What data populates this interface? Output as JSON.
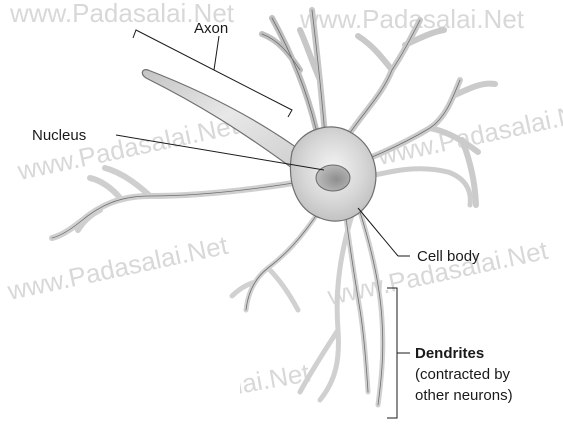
{
  "watermark": {
    "text": "www.Padasalai.Net"
  },
  "labels": {
    "axon": "Axon",
    "nucleus": "Nucleus",
    "cell_body": "Cell body",
    "dendrites": "Dendrites",
    "dendrites_note_line1": "(contracted by",
    "dendrites_note_line2": "other neurons)"
  },
  "colors": {
    "neuron_fill": "#d9d9d9",
    "neuron_shade": "#b5b5b5",
    "outline": "#6f6f6f",
    "nucleus": "#a9a9a9",
    "leader_line": "#1a1a1a"
  }
}
